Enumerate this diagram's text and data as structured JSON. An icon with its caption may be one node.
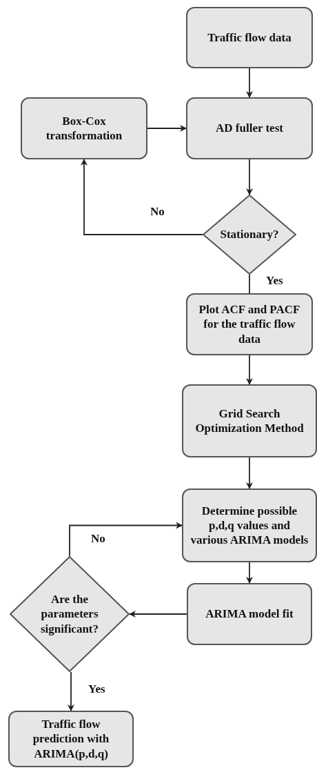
{
  "diagram": {
    "nodes": [
      {
        "text": [
          "Traffic flow data"
        ]
      },
      {
        "text": [
          "Box-Cox transformation"
        ]
      },
      {
        "text": [
          "AD fuller test"
        ]
      },
      {
        "text": [
          "Stationary?"
        ]
      },
      {
        "text": [
          "Plot ACF and PACF for the traffic flow data"
        ]
      },
      {
        "text": [
          "Grid Search Optimization Method"
        ]
      },
      {
        "text": [
          "Determine possible p,d,q values and various ARIMA models"
        ]
      },
      {
        "text": [
          "ARIMA model fit"
        ]
      },
      {
        "text": [
          "Are the parameters significant?"
        ]
      },
      {
        "text": [
          "Traffic flow prediction with ARIMA(p,d,q)"
        ]
      }
    ],
    "edges": [
      {
        "from": 0,
        "to": 2,
        "arrow": "to"
      },
      {
        "from": 1,
        "to": 2,
        "arrow": "to"
      },
      {
        "from": 2,
        "to": 3,
        "arrow": "to"
      },
      {
        "from": 3,
        "to": 1,
        "arrow": "to",
        "label": "No"
      },
      {
        "from": 3,
        "to": 4,
        "arrow": "none",
        "label": "Yes"
      },
      {
        "from": 4,
        "to": 5,
        "arrow": "to"
      },
      {
        "from": 5,
        "to": 6,
        "arrow": "to"
      },
      {
        "from": 6,
        "to": 7,
        "arrow": "to"
      },
      {
        "from": 7,
        "to": 8,
        "arrow": "to"
      },
      {
        "from": 8,
        "to": 6,
        "arrow": "to",
        "label": "No"
      },
      {
        "from": 8,
        "to": 9,
        "arrow": "to",
        "label": "Yes"
      }
    ]
  }
}
